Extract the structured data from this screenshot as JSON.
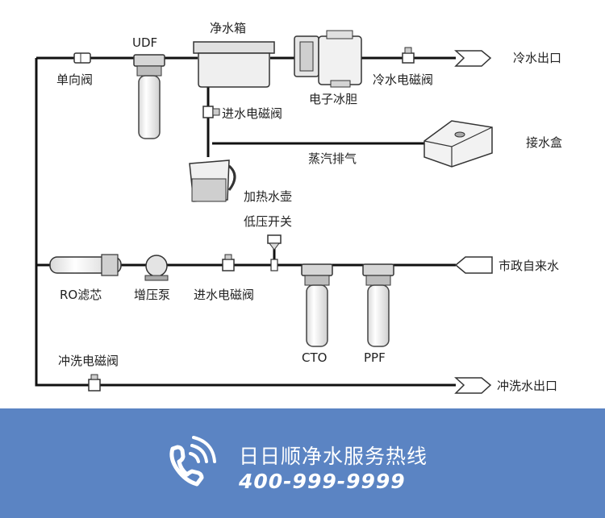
{
  "diagram": {
    "labels": {
      "udf": "UDF",
      "water_tank": "净水箱",
      "cold_water_outlet": "冷水出口",
      "check_valve": "单向阀",
      "cold_water_solenoid": "冷水电磁阀",
      "electronic_ice_tank": "电子冰胆",
      "inlet_solenoid_top": "进水电磁阀",
      "water_collection_box": "接水盒",
      "steam_exhaust": "蒸汽排气",
      "heating_kettle": "加热水壶",
      "low_pressure_switch": "低压开关",
      "ro_filter": "RO滤芯",
      "booster_pump": "增压泵",
      "inlet_solenoid_bottom": "进水电磁阀",
      "municipal_tap_water": "市政自来水",
      "cto": "CTO",
      "ppf": "PPF",
      "flush_solenoid": "冲洗电磁阀",
      "flush_water_outlet": "冲洗水出口"
    },
    "colors": {
      "line": "#111111",
      "outline": "#333333",
      "fill": "#e9e9e9"
    }
  },
  "footer": {
    "hotline_label": "日日顺净水服务热线",
    "hotline_number": "400-999-9999",
    "icon": "phone-signal-icon",
    "background": "#5b84c3"
  }
}
